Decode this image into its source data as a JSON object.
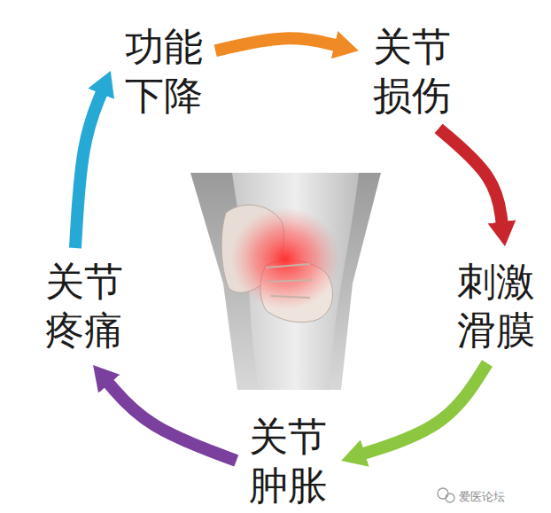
{
  "diagram": {
    "nodes": [
      {
        "text": [
          "功能 下降"
        ]
      },
      {
        "text": [
          "关节 损伤"
        ]
      },
      {
        "text": [
          "刺激 滑膜"
        ]
      },
      {
        "text": [
          "关节 肿胀"
        ]
      },
      {
        "text": [
          "关节 疼痛"
        ]
      }
    ],
    "edges": [
      {
        "from": 0,
        "to": 1,
        "arrow": "to"
      },
      {
        "from": 1,
        "to": 2,
        "arrow": "to"
      },
      {
        "from": 2,
        "to": 3,
        "arrow": "to"
      },
      {
        "from": 3,
        "to": 4,
        "arrow": "to"
      },
      {
        "from": 4,
        "to": 0,
        "arrow": "to"
      }
    ],
    "labels": [
      "爱医论坛"
    ]
  }
}
